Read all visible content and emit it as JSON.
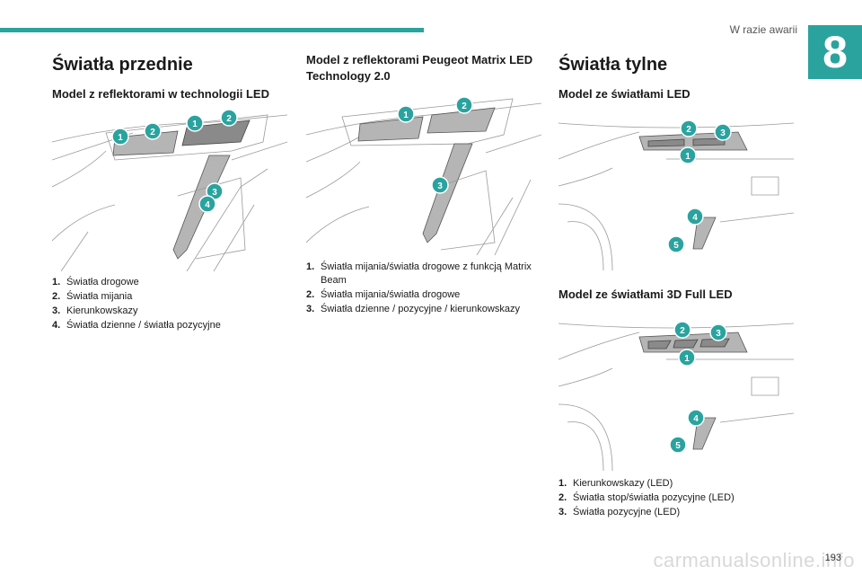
{
  "header": {
    "section_title": "W razie awarii",
    "chapter_number": "8"
  },
  "col1": {
    "title": "Światła przednie",
    "subtitle": "Model z reflektorami w technologii LED",
    "legend": [
      {
        "num": "1.",
        "text": "Światła drogowe"
      },
      {
        "num": "2.",
        "text": "Światła mijania"
      },
      {
        "num": "3.",
        "text": "Kierunkowskazy"
      },
      {
        "num": "4.",
        "text": "Światła dzienne / światła pozycyjne"
      }
    ]
  },
  "col2": {
    "subtitle": "Model z reflektorami Peugeot Matrix LED Technology 2.0",
    "legend": [
      {
        "num": "1.",
        "text": "Światła mijania/światła drogowe z funkcją Matrix Beam"
      },
      {
        "num": "2.",
        "text": "Światła mijania/światła drogowe"
      },
      {
        "num": "3.",
        "text": "Światła dzienne / pozycyjne / kierunkowskazy"
      }
    ]
  },
  "col3": {
    "title": "Światła tylne",
    "subtitle_led": "Model ze światłami LED",
    "subtitle_3d": "Model ze światłami 3D Full LED",
    "legend": [
      {
        "num": "1.",
        "text": "Kierunkowskazy (LED)"
      },
      {
        "num": "2.",
        "text": "Światła stop/światła pozycyjne (LED)"
      },
      {
        "num": "3.",
        "text": "Światła pozycyjne (LED)"
      }
    ]
  },
  "badges": {
    "b1": "1",
    "b2": "2",
    "b3": "3",
    "b4": "4",
    "b5": "5"
  },
  "footer": {
    "page_number": "193",
    "watermark": "carmanualsonline.info"
  },
  "colors": {
    "accent": "#2aa39f"
  }
}
